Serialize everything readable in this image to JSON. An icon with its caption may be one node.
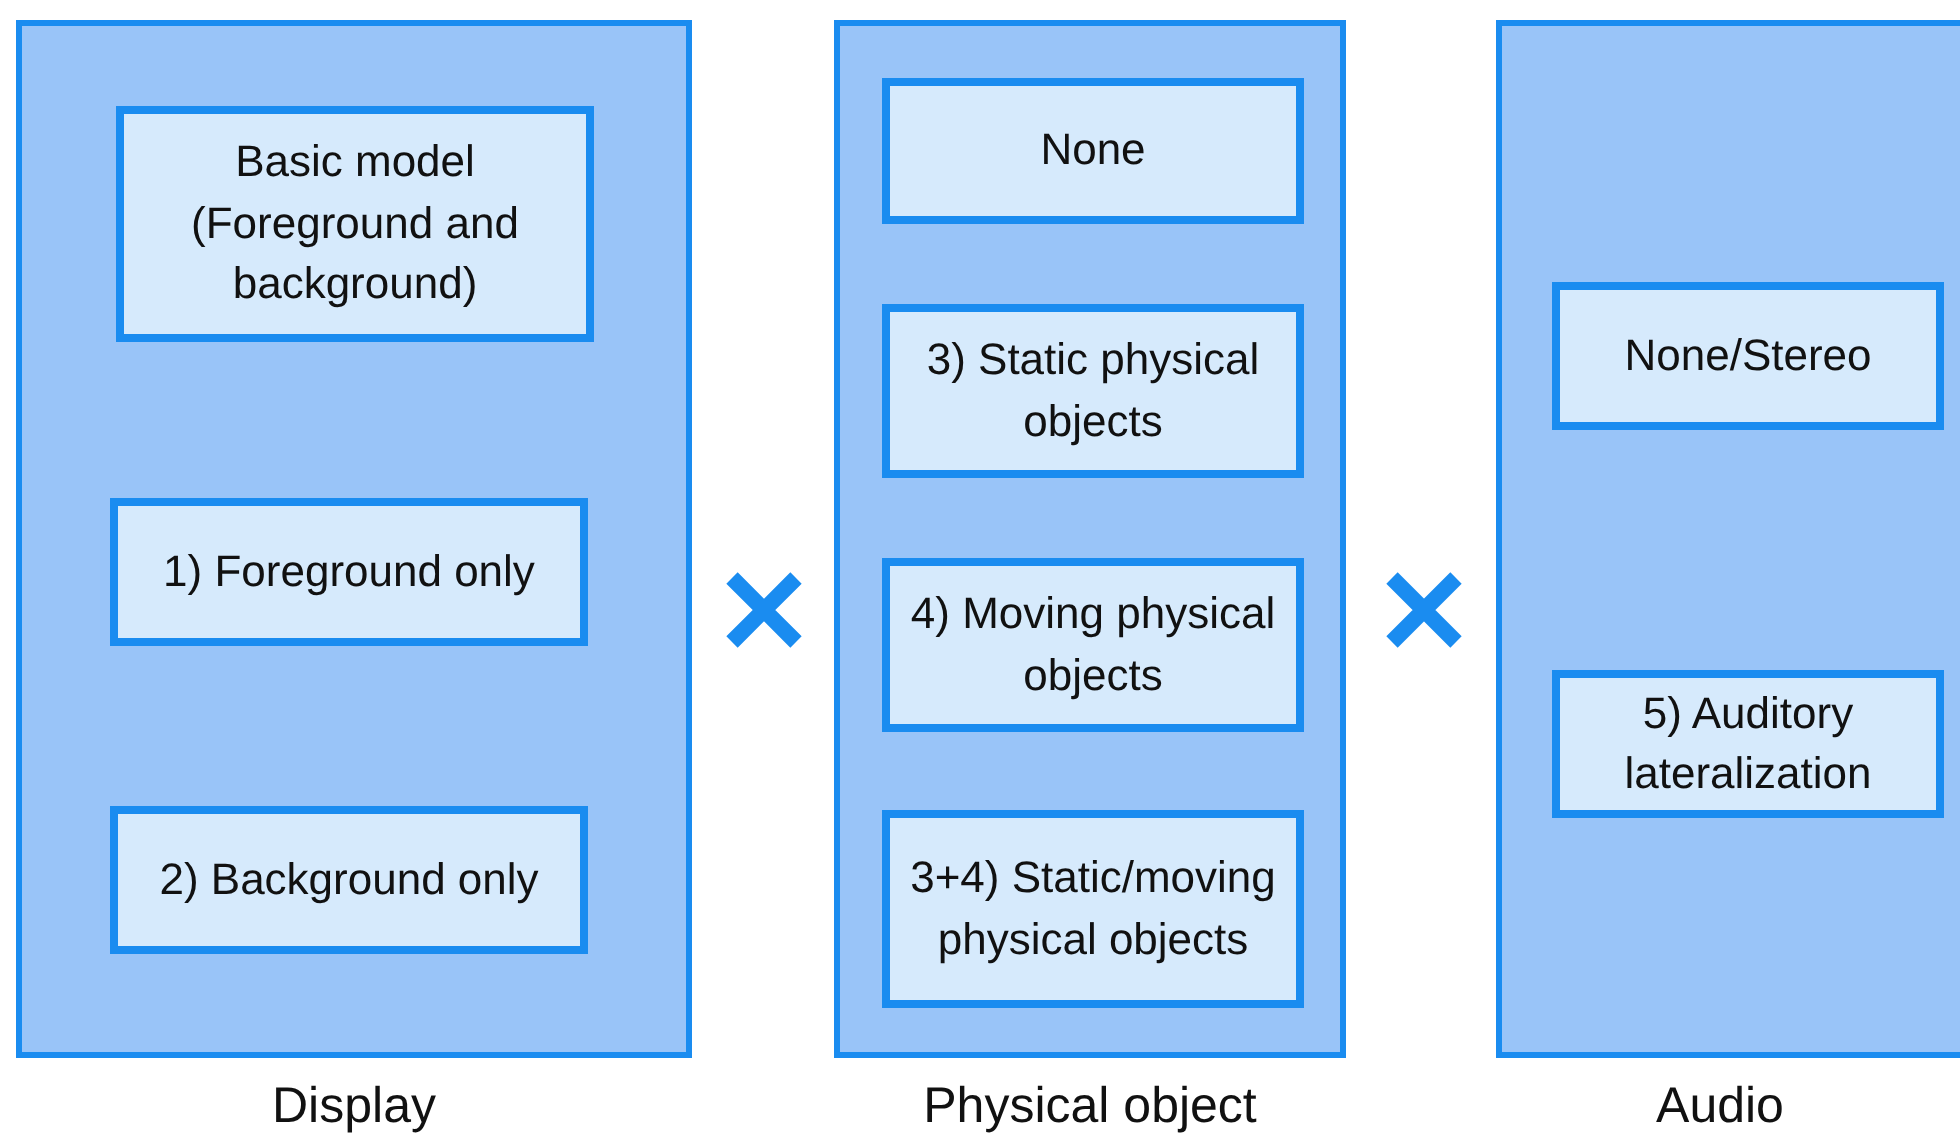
{
  "diagram": {
    "nodes": [
      {
        "text": [
          "Display"
        ]
      },
      {
        "text": [
          "Basic model (Foreground and background)"
        ],
        "in": 0
      },
      {
        "text": [
          "1) Foreground only"
        ],
        "in": 0
      },
      {
        "text": [
          "2) Background only"
        ],
        "in": 0
      },
      {
        "text": [
          "Physical object"
        ]
      },
      {
        "text": [
          "None"
        ],
        "in": 4
      },
      {
        "text": [
          "3) Static physical objects"
        ],
        "in": 4
      },
      {
        "text": [
          "4) Moving physical objects"
        ],
        "in": 4
      },
      {
        "text": [
          "3+4) Static/moving physical objects"
        ],
        "in": 4
      },
      {
        "text": [
          "Audio"
        ]
      },
      {
        "text": [
          "None/Stereo"
        ],
        "in": 9
      },
      {
        "text": [
          "5) Auditory lateralization"
        ],
        "in": 9
      }
    ]
  }
}
